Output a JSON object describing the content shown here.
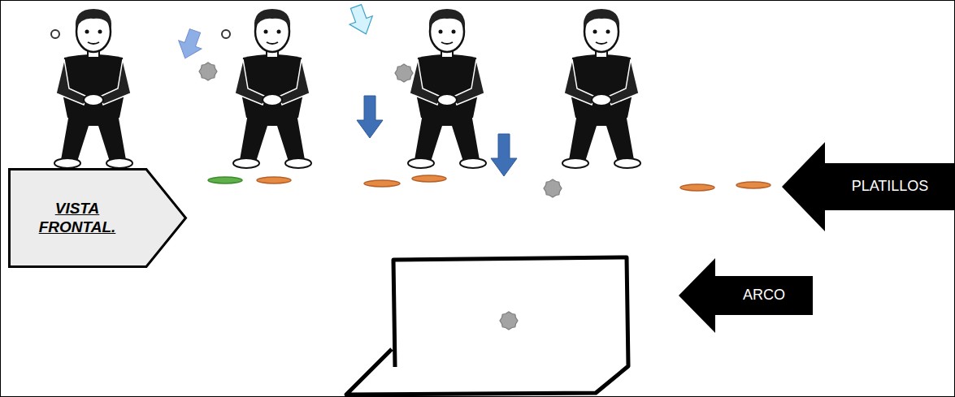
{
  "diagram": {
    "nodes": [
      {
        "text": [
          "VISTA FRONTAL."
        ]
      },
      {
        "text": [
          "PLATILLOS"
        ]
      },
      {
        "text": [
          "ARCO"
        ]
      }
    ]
  }
}
